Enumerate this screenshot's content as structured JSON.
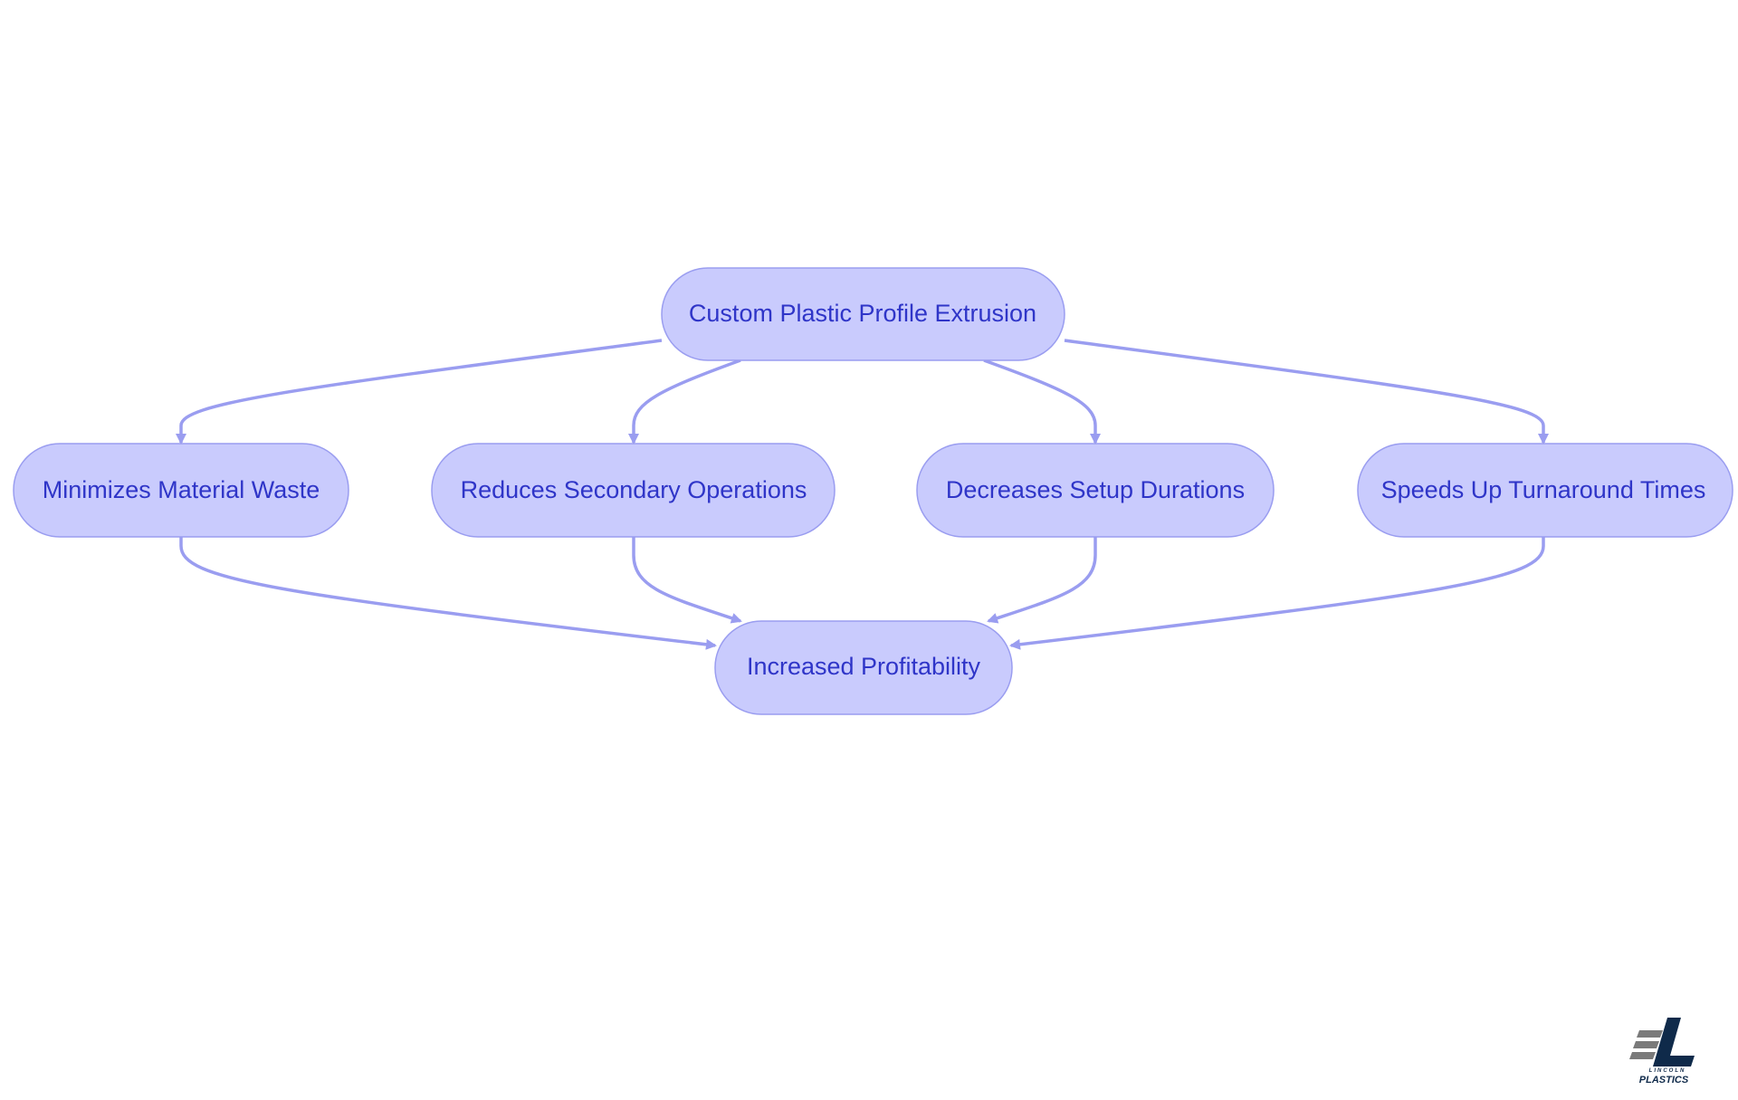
{
  "nodes": {
    "root": {
      "label": "Custom Plastic Profile Extrusion"
    },
    "waste": {
      "label": "Minimizes Material Waste"
    },
    "secondary": {
      "label": "Reduces Secondary Operations"
    },
    "setup": {
      "label": "Decreases Setup Durations"
    },
    "turnaround": {
      "label": "Speeds Up Turnaround Times"
    },
    "result": {
      "label": "Increased Profitability"
    }
  },
  "edges": [
    {
      "from": "root",
      "to": "waste"
    },
    {
      "from": "root",
      "to": "secondary"
    },
    {
      "from": "root",
      "to": "setup"
    },
    {
      "from": "root",
      "to": "turnaround"
    },
    {
      "from": "waste",
      "to": "result"
    },
    {
      "from": "secondary",
      "to": "result"
    },
    {
      "from": "setup",
      "to": "result"
    },
    {
      "from": "turnaround",
      "to": "result"
    }
  ],
  "colors": {
    "node_fill": "#c9cbfd",
    "node_stroke": "#9a9df0",
    "edge": "#9a9df0",
    "text": "#2f35c8"
  },
  "logo": {
    "line1": "LINCOLN",
    "line2": "PLASTICS"
  }
}
